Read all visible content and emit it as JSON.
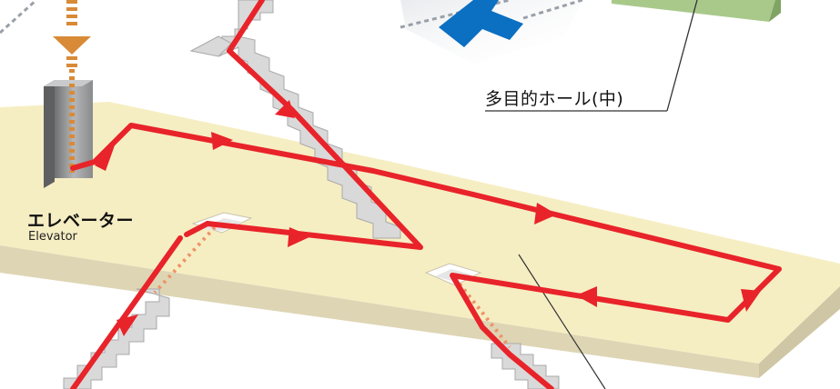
{
  "labels": {
    "elevator_jp": "エレベーター",
    "elevator_en": "Elevator",
    "hall": "多目的ホール(中)"
  },
  "colors": {
    "floor_top": "#f6eec3",
    "floor_side": "#ded5b4",
    "route": "#e8232a",
    "stair_tread": "#d9d9d9",
    "stair_riser": "#a9a9a9",
    "elevator_arrow": "#d98a36",
    "blue_arrow": "#0b6fc2",
    "green_block": "#a9c98b",
    "dotted_link": "#ee9468"
  },
  "icons": [
    "elevator-down-arrow-icon",
    "blue-direction-arrow-icon",
    "route-arrow-icon"
  ]
}
